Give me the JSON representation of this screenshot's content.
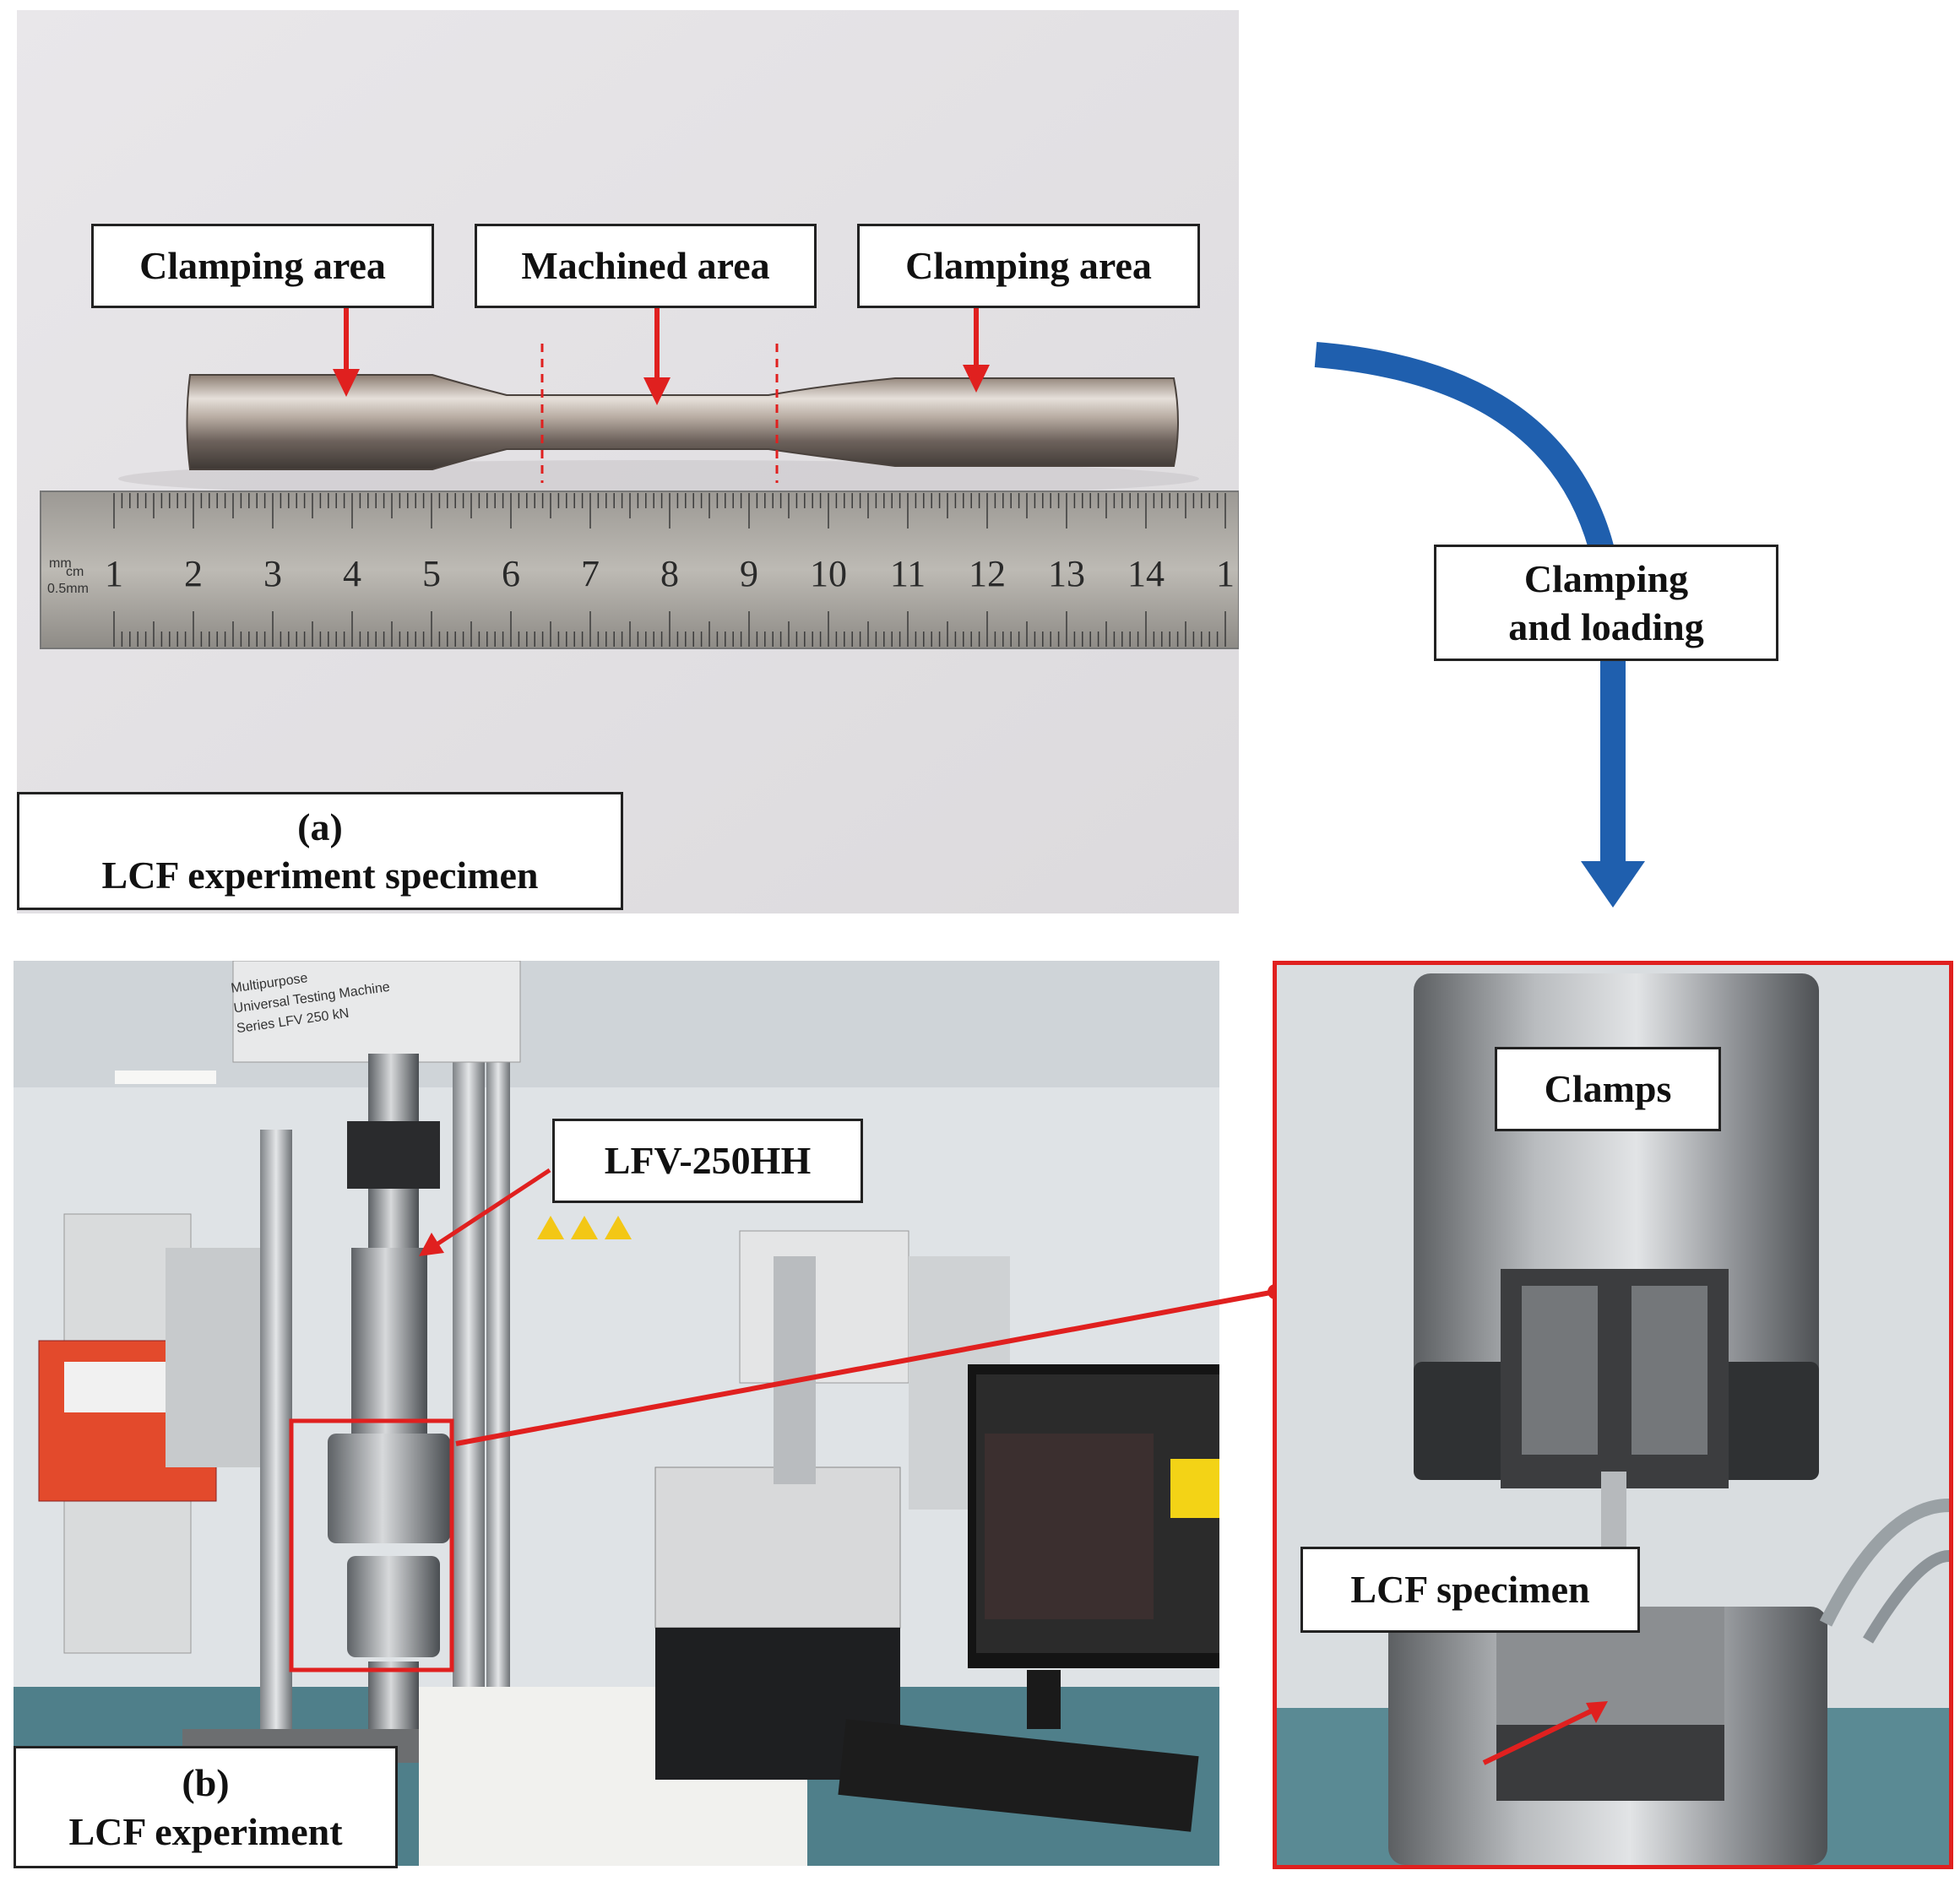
{
  "panel_a": {
    "caption_letter": "(a)",
    "caption_text": "LCF experiment specimen",
    "labels": {
      "clamping_left": "Clamping area",
      "machined": "Machined area",
      "clamping_right": "Clamping area"
    },
    "ruler": {
      "numbers": [
        "1",
        "2",
        "3",
        "4",
        "5",
        "6",
        "7",
        "8",
        "9",
        "10",
        "11",
        "12",
        "13",
        "14",
        "1"
      ],
      "unit_cm": "cm",
      "unit_mm": "mm",
      "unit_05mm": "0.5mm"
    }
  },
  "flow": {
    "label_line1": "Clamping",
    "label_line2": "and loading",
    "arrow_color": "#1f5fae"
  },
  "panel_b": {
    "caption_letter": "(b)",
    "caption_text": "LCF experiment",
    "machine_label": "LFV-250HH",
    "machine_sign": [
      "Multipurpose",
      "Universal Testing Machine",
      "Series LFV 250 kN"
    ]
  },
  "panel_c": {
    "clamps_label": "Clamps",
    "specimen_label": "LCF specimen"
  },
  "colors": {
    "annotation_red": "#e0201f",
    "arrow_blue": "#1f5fae"
  }
}
